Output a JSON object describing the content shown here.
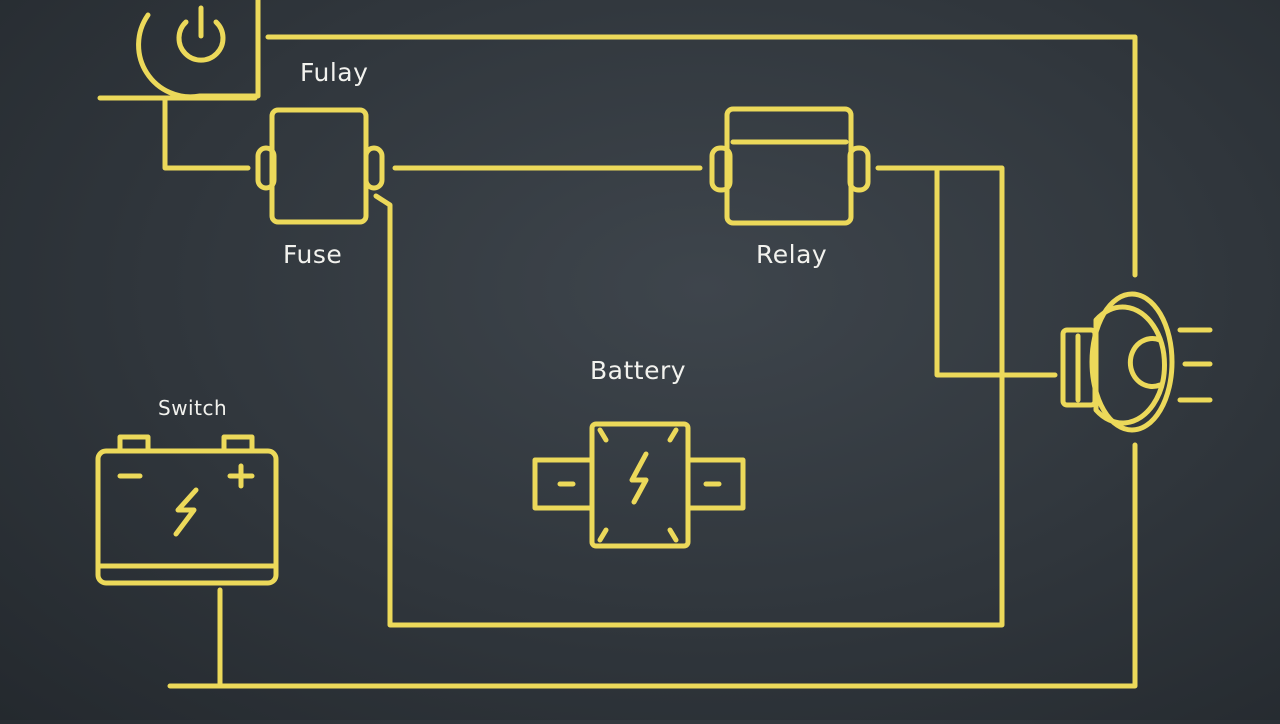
{
  "colors": {
    "wire": "#ecd95a",
    "background": "#2f353b",
    "label": "#f2f2ee"
  },
  "labels": {
    "top_relay": "Fulay",
    "fuse": "Fuse",
    "relay": "Relay",
    "battery": "Battery",
    "switch": "Switch"
  },
  "components": [
    {
      "name": "power-switch",
      "icon": "power-icon"
    },
    {
      "name": "fuse",
      "icon": "fuse-icon"
    },
    {
      "name": "relay",
      "icon": "relay-icon"
    },
    {
      "name": "battery-center",
      "icon": "bolt-icon"
    },
    {
      "name": "battery-left",
      "icon": "battery-icon"
    },
    {
      "name": "horn",
      "icon": "horn-icon"
    }
  ]
}
